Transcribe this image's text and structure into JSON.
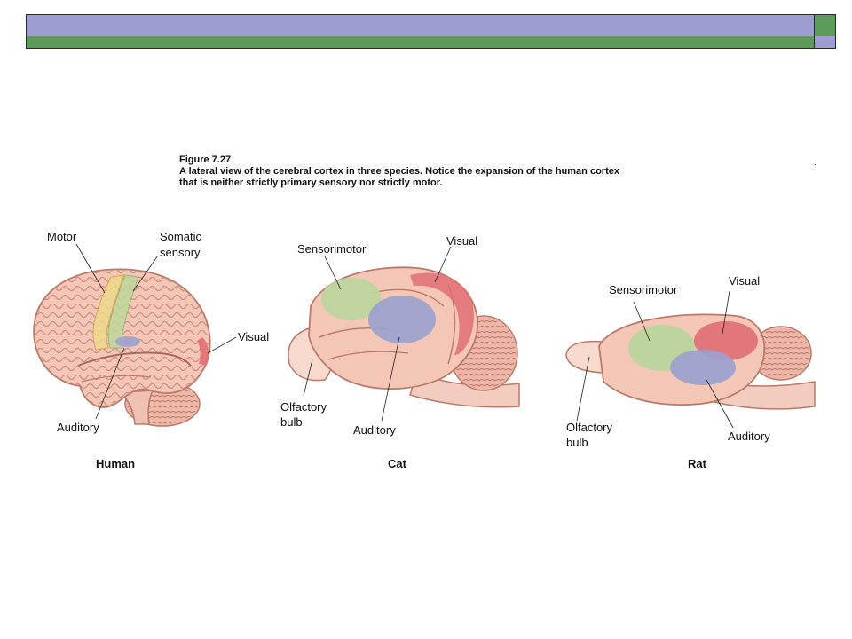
{
  "colors": {
    "header_purple": "#9d9dd2",
    "header_green": "#5d9b5d",
    "motor": "#efd98a",
    "somatic": "#bfd89a",
    "auditory": "#9aa1cf",
    "visual": "#e06f74",
    "sensorimotor": "#b9d59c",
    "brain_fill": "#f4c6b6",
    "brain_stroke": "#b97a6b"
  },
  "caption": {
    "figure": "Figure 7.27",
    "line1": "A lateral view of the cerebral cortex in three species. Notice the expansion of the human cortex",
    "line2": "that is neither strictly primary sensory nor strictly motor."
  },
  "human": {
    "name": "Human",
    "motor": "Motor",
    "somatic_1": "Somatic",
    "somatic_2": "sensory",
    "visual": "Visual",
    "auditory": "Auditory"
  },
  "cat": {
    "name": "Cat",
    "sensorimotor": "Sensorimotor",
    "visual": "Visual",
    "olfactory_1": "Olfactory",
    "olfactory_2": "bulb",
    "auditory": "Auditory"
  },
  "rat": {
    "name": "Rat",
    "sensorimotor": "Sensorimotor",
    "visual": "Visual",
    "olfactory_1": "Olfactory",
    "olfactory_2": "bulb",
    "auditory": "Auditory"
  }
}
